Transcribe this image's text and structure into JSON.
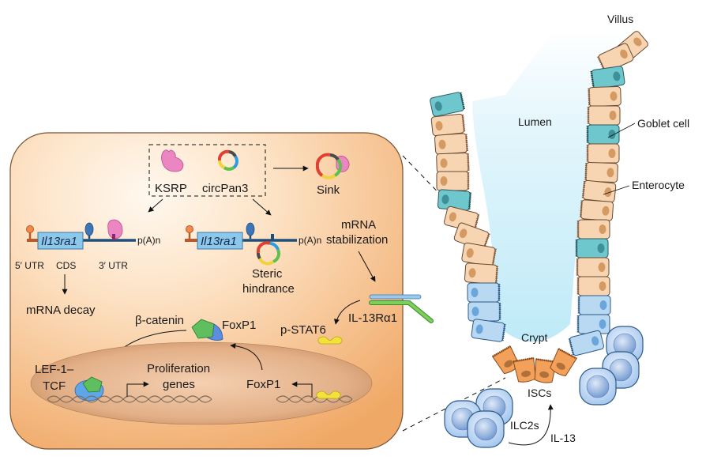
{
  "figure": {
    "cell_panel": {
      "complex": {
        "ksrp_label": "KSRP",
        "circ_label": "circPan3"
      },
      "sink_label": "Sink",
      "left_transcript": {
        "gene_label": "Il13ra1",
        "polyA_label": "p(A)n",
        "utr5_label": "5′ UTR",
        "cds_label": "CDS",
        "utr3_label": "3′ UTR",
        "outcome_label": "mRNA decay"
      },
      "right_transcript": {
        "gene_label": "Il13ra1",
        "polyA_label": "p(A)n",
        "steric_line1": "Steric",
        "steric_line2": "hindrance"
      },
      "stabilization_line1": "mRNA",
      "stabilization_line2": "stabilization",
      "receptor_label": "IL-13Rα1",
      "pstat6_label": "p-STAT6",
      "beta_catenin_label": "β-catenin",
      "foxp1_protein_label": "FoxP1",
      "nucleus": {
        "lef_line1": "LEF-1–",
        "lef_line2": "TCF",
        "prolif_line1": "Proliferation",
        "prolif_line2": "genes",
        "foxp1_gene_label": "FoxP1"
      }
    },
    "tissue_panel": {
      "villus_label": "Villus",
      "lumen_label": "Lumen",
      "goblet_label": "Goblet cell",
      "enterocyte_label": "Enterocyte",
      "crypt_label": "Crypt",
      "iscs_label": "ISCs",
      "ilc2s_label": "ILC2s",
      "il13_label": "IL-13"
    },
    "colors": {
      "cell_fill": "#f2b27a",
      "nucleus_fill": "#d9a27a",
      "ksrp": "#e77ab8",
      "gene_box": "#8cc8ec",
      "rna_line": "#1f4e79",
      "stat6": "#f2e23a",
      "beta_catenin": "#5fbf5f",
      "foxp1": "#5b8ee0",
      "enterocyte": "#f7d5b3",
      "goblet": "#6ec7cc",
      "crypt_cell": "#b9d9f2",
      "isc": "#f2a05a",
      "lumen": "#cdeefa"
    }
  }
}
